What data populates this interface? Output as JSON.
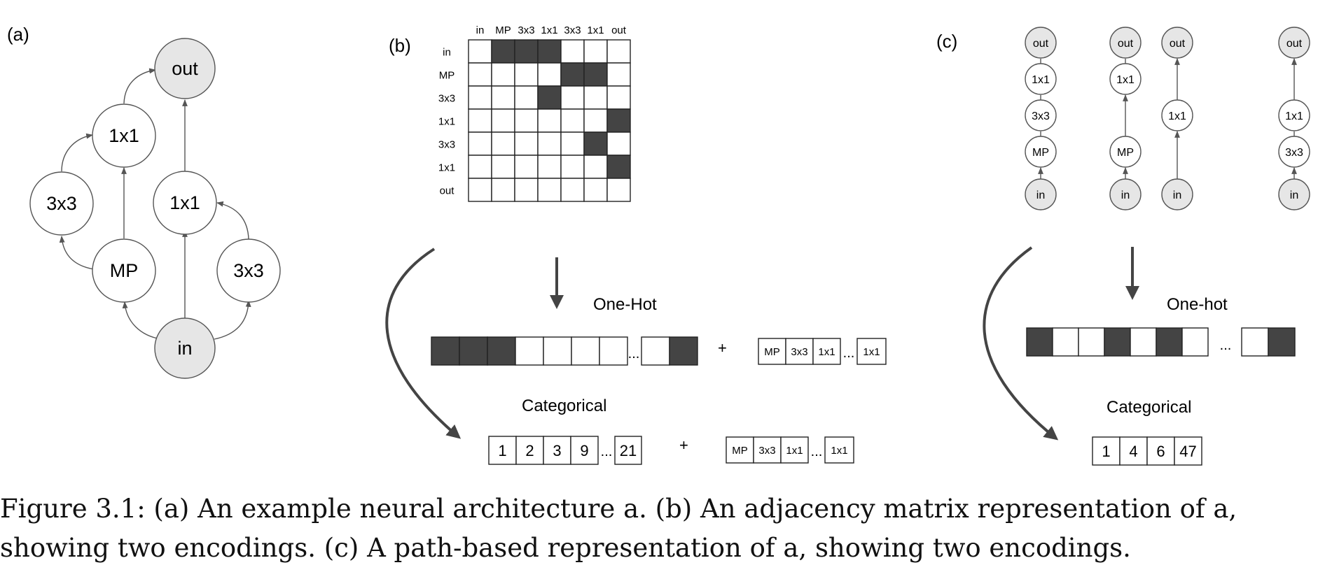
{
  "panels": {
    "a": {
      "label": "(a)",
      "nodes": [
        {
          "id": "out",
          "text": "out",
          "io": true
        },
        {
          "id": "c1a",
          "text": "1x1",
          "io": false
        },
        {
          "id": "c3a",
          "text": "3x3",
          "io": false
        },
        {
          "id": "mp",
          "text": "MP",
          "io": false
        },
        {
          "id": "c1b",
          "text": "1x1",
          "io": false
        },
        {
          "id": "c3b",
          "text": "3x3",
          "io": false
        },
        {
          "id": "in",
          "text": "in",
          "io": true
        }
      ]
    },
    "b": {
      "label": "(b)",
      "matrix": {
        "col_labels": [
          "in",
          "MP",
          "3x3",
          "1x1",
          "3x3",
          "1x1",
          "out"
        ],
        "row_labels": [
          "in",
          "MP",
          "3x3",
          "1x1",
          "3x3",
          "1x1",
          "out"
        ],
        "cells": [
          [
            0,
            1,
            1,
            1,
            0,
            0,
            0
          ],
          [
            0,
            0,
            0,
            0,
            1,
            1,
            0
          ],
          [
            0,
            0,
            0,
            1,
            0,
            0,
            0
          ],
          [
            0,
            0,
            0,
            0,
            0,
            0,
            1
          ],
          [
            0,
            0,
            0,
            0,
            0,
            1,
            0
          ],
          [
            0,
            0,
            0,
            0,
            0,
            0,
            1
          ],
          [
            0,
            0,
            0,
            0,
            0,
            0,
            0
          ]
        ]
      },
      "onehot_label": "One-Hot",
      "onehot_cells": [
        1,
        1,
        1,
        0,
        0,
        0,
        0
      ],
      "onehot_tail": [
        0,
        1
      ],
      "ellipsis": "...",
      "plus": "+",
      "ops": [
        "MP",
        "3x3",
        "1x1"
      ],
      "ops_last": "1x1",
      "categorical_label": "Categorical",
      "categorical_values": [
        "1",
        "2",
        "3",
        "9"
      ],
      "categorical_last": "21"
    },
    "c": {
      "label": "(c)",
      "paths": [
        [
          "in",
          "MP",
          "3x3",
          "1x1",
          "out"
        ],
        [
          "in",
          "MP",
          "1x1",
          "out"
        ],
        [
          "in",
          "1x1",
          "out"
        ],
        [
          "in",
          "3x3",
          "1x1",
          "out"
        ]
      ],
      "onehot_label": "One-hot",
      "onehot_cells": [
        1,
        0,
        0,
        1,
        0,
        1,
        0
      ],
      "onehot_tail": [
        0,
        1
      ],
      "ellipsis": "...",
      "categorical_label": "Categorical",
      "categorical_values": [
        "1",
        "4",
        "6",
        "47"
      ]
    }
  },
  "caption": {
    "line1": "Figure 3.1: (a) An example neural architecture a. (b) An adjacency matrix representation of a,",
    "line2": "showing two encodings. (c) A path-based representation of a, showing two encodings."
  },
  "colors": {
    "filled": "#444444",
    "io_node": "#e6e6e6",
    "stroke": "#555555"
  }
}
